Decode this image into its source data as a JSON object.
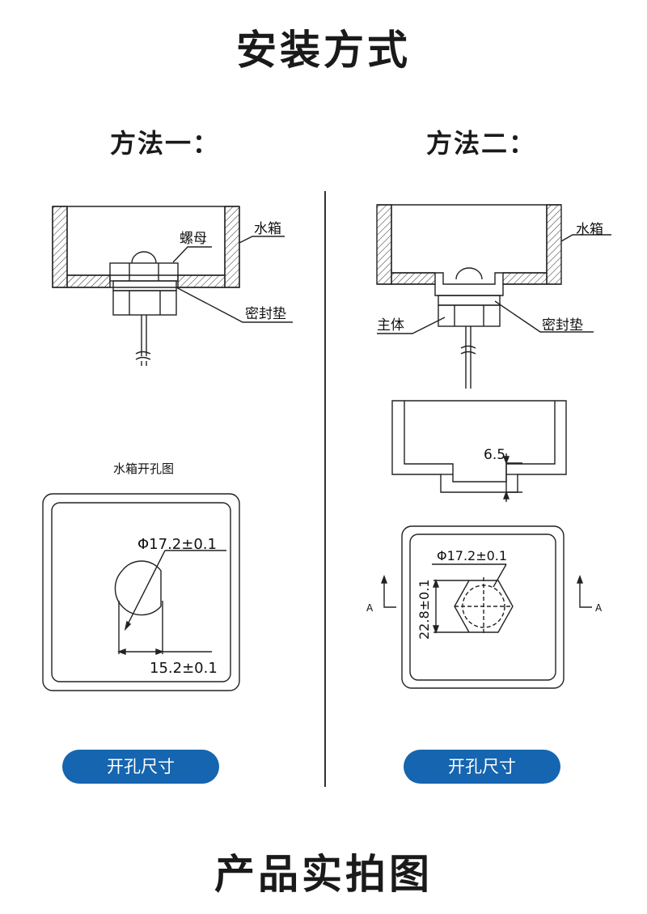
{
  "page": {
    "title": "安装方式",
    "bottom_title": "产品实拍图",
    "accent_color": "#1565b0"
  },
  "method1": {
    "title": "方法一：",
    "labels": {
      "tank": "水箱",
      "nut": "螺母",
      "gasket": "密封垫"
    },
    "hole_caption": "水箱开孔图",
    "diameter": "Φ17.2±0.1",
    "flat": "15.2±0.1",
    "button": "开孔尺寸"
  },
  "method2": {
    "title": "方法二：",
    "labels": {
      "tank": "水箱",
      "body": "主体",
      "gasket": "密封垫"
    },
    "depth": "6.5",
    "diameter": "Φ17.2±0.1",
    "hex_height": "22.8±0.1",
    "section_mark": "A",
    "button": "开孔尺寸"
  }
}
